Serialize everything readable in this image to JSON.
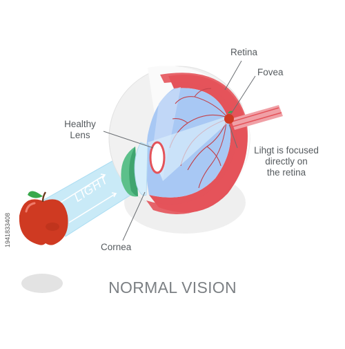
{
  "title": "NORMAL VISION",
  "labels": {
    "retina": "Retina",
    "fovea": "Fovea",
    "healthy_lens_line1": "Healthy",
    "healthy_lens_line2": "Lens",
    "light_focus_line1": "Lihgt is focused",
    "light_focus_line2": "directly on",
    "light_focus_line3": "the retina",
    "cornea": "Cornea",
    "light": "LIGHT"
  },
  "watermark": "1941833408",
  "colors": {
    "sclera": "#f1f1f1",
    "retina_red": "#e4535a",
    "vitreous_blue": "#a8c8f4",
    "lens_green": "#5cc08a",
    "cornea_blue": "#d6eefb",
    "apple_red": "#cf3a22",
    "light_beam": "#bfe6f6"
  },
  "icons": [
    "apple-icon",
    "eye-cross-section-icon",
    "optic-nerve-icon"
  ]
}
